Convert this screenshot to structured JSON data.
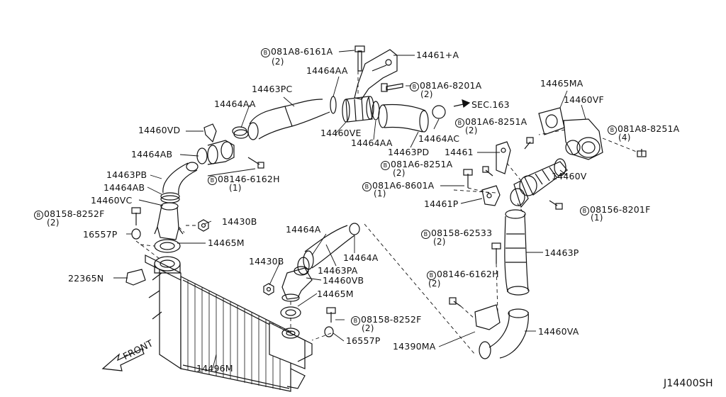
{
  "diagram": {
    "code": "J14400SH",
    "front": "FRONT",
    "circle_letter": "B",
    "parts": {
      "p14461A": "14461+A",
      "p14464AA_1": "14464AA",
      "p14464AA_2": "14464AA",
      "p14464AA_3": "14464AA",
      "p14463PC": "14463PC",
      "p14460VD": "14460VD",
      "p14464AB_1": "14464AB",
      "p14464AB_2": "14464AB",
      "p14463PB": "14463PB",
      "p14460VC": "14460VC",
      "p16557P_1": "16557P",
      "p16557P_2": "16557P",
      "p14430B_1": "14430B",
      "p14430B_2": "14430B",
      "p14465M_1": "14465M",
      "p14465M_2": "14465M",
      "p22365N": "22365N",
      "p14496M": "14496M",
      "p14460VE": "14460VE",
      "p14464AC": "14464AC",
      "p14463PD": "14463PD",
      "sec163": "SEC.163",
      "p14465MA": "14465MA",
      "p14460VF": "14460VF",
      "p14461": "14461",
      "p14460V": "14460V",
      "p14461P": "14461P",
      "p14464A_1": "14464A",
      "p14464A_2": "14464A",
      "p14463PA": "14463PA",
      "p14460VB": "14460VB",
      "p14463P": "14463P",
      "p14460VA": "14460VA",
      "p14390MA": "14390MA"
    },
    "bolts": {
      "b081A8_6161A": {
        "code": "081A8-6161A",
        "qty": "(2)"
      },
      "b081A6_8201A": {
        "code": "081A6-8201A",
        "qty": "(2)"
      },
      "b08146_6162H_1": {
        "code": "08146-6162H",
        "qty": "(1)"
      },
      "b08158_8252F_1": {
        "code": "08158-8252F",
        "qty": "(2)"
      },
      "b081A6_8251A_1": {
        "code": "081A6-8251A",
        "qty": "(2)"
      },
      "b081A8_8251A": {
        "code": "081A8-8251A",
        "qty": "(4)"
      },
      "b081A6_8251A_2": {
        "code": "081A6-8251A",
        "qty": "(2)"
      },
      "b081A6_8601A": {
        "code": "081A6-8601A",
        "qty": "(1)"
      },
      "b08156_8201F": {
        "code": "08156-8201F",
        "qty": "(1)"
      },
      "b08158_62533": {
        "code": "08158-62533",
        "qty": "(2)"
      },
      "b08146_6162H_2": {
        "code": "08146-6162H",
        "qty": "(2)"
      },
      "b08158_8252F_2": {
        "code": "08158-8252F",
        "qty": "(2)"
      }
    }
  }
}
